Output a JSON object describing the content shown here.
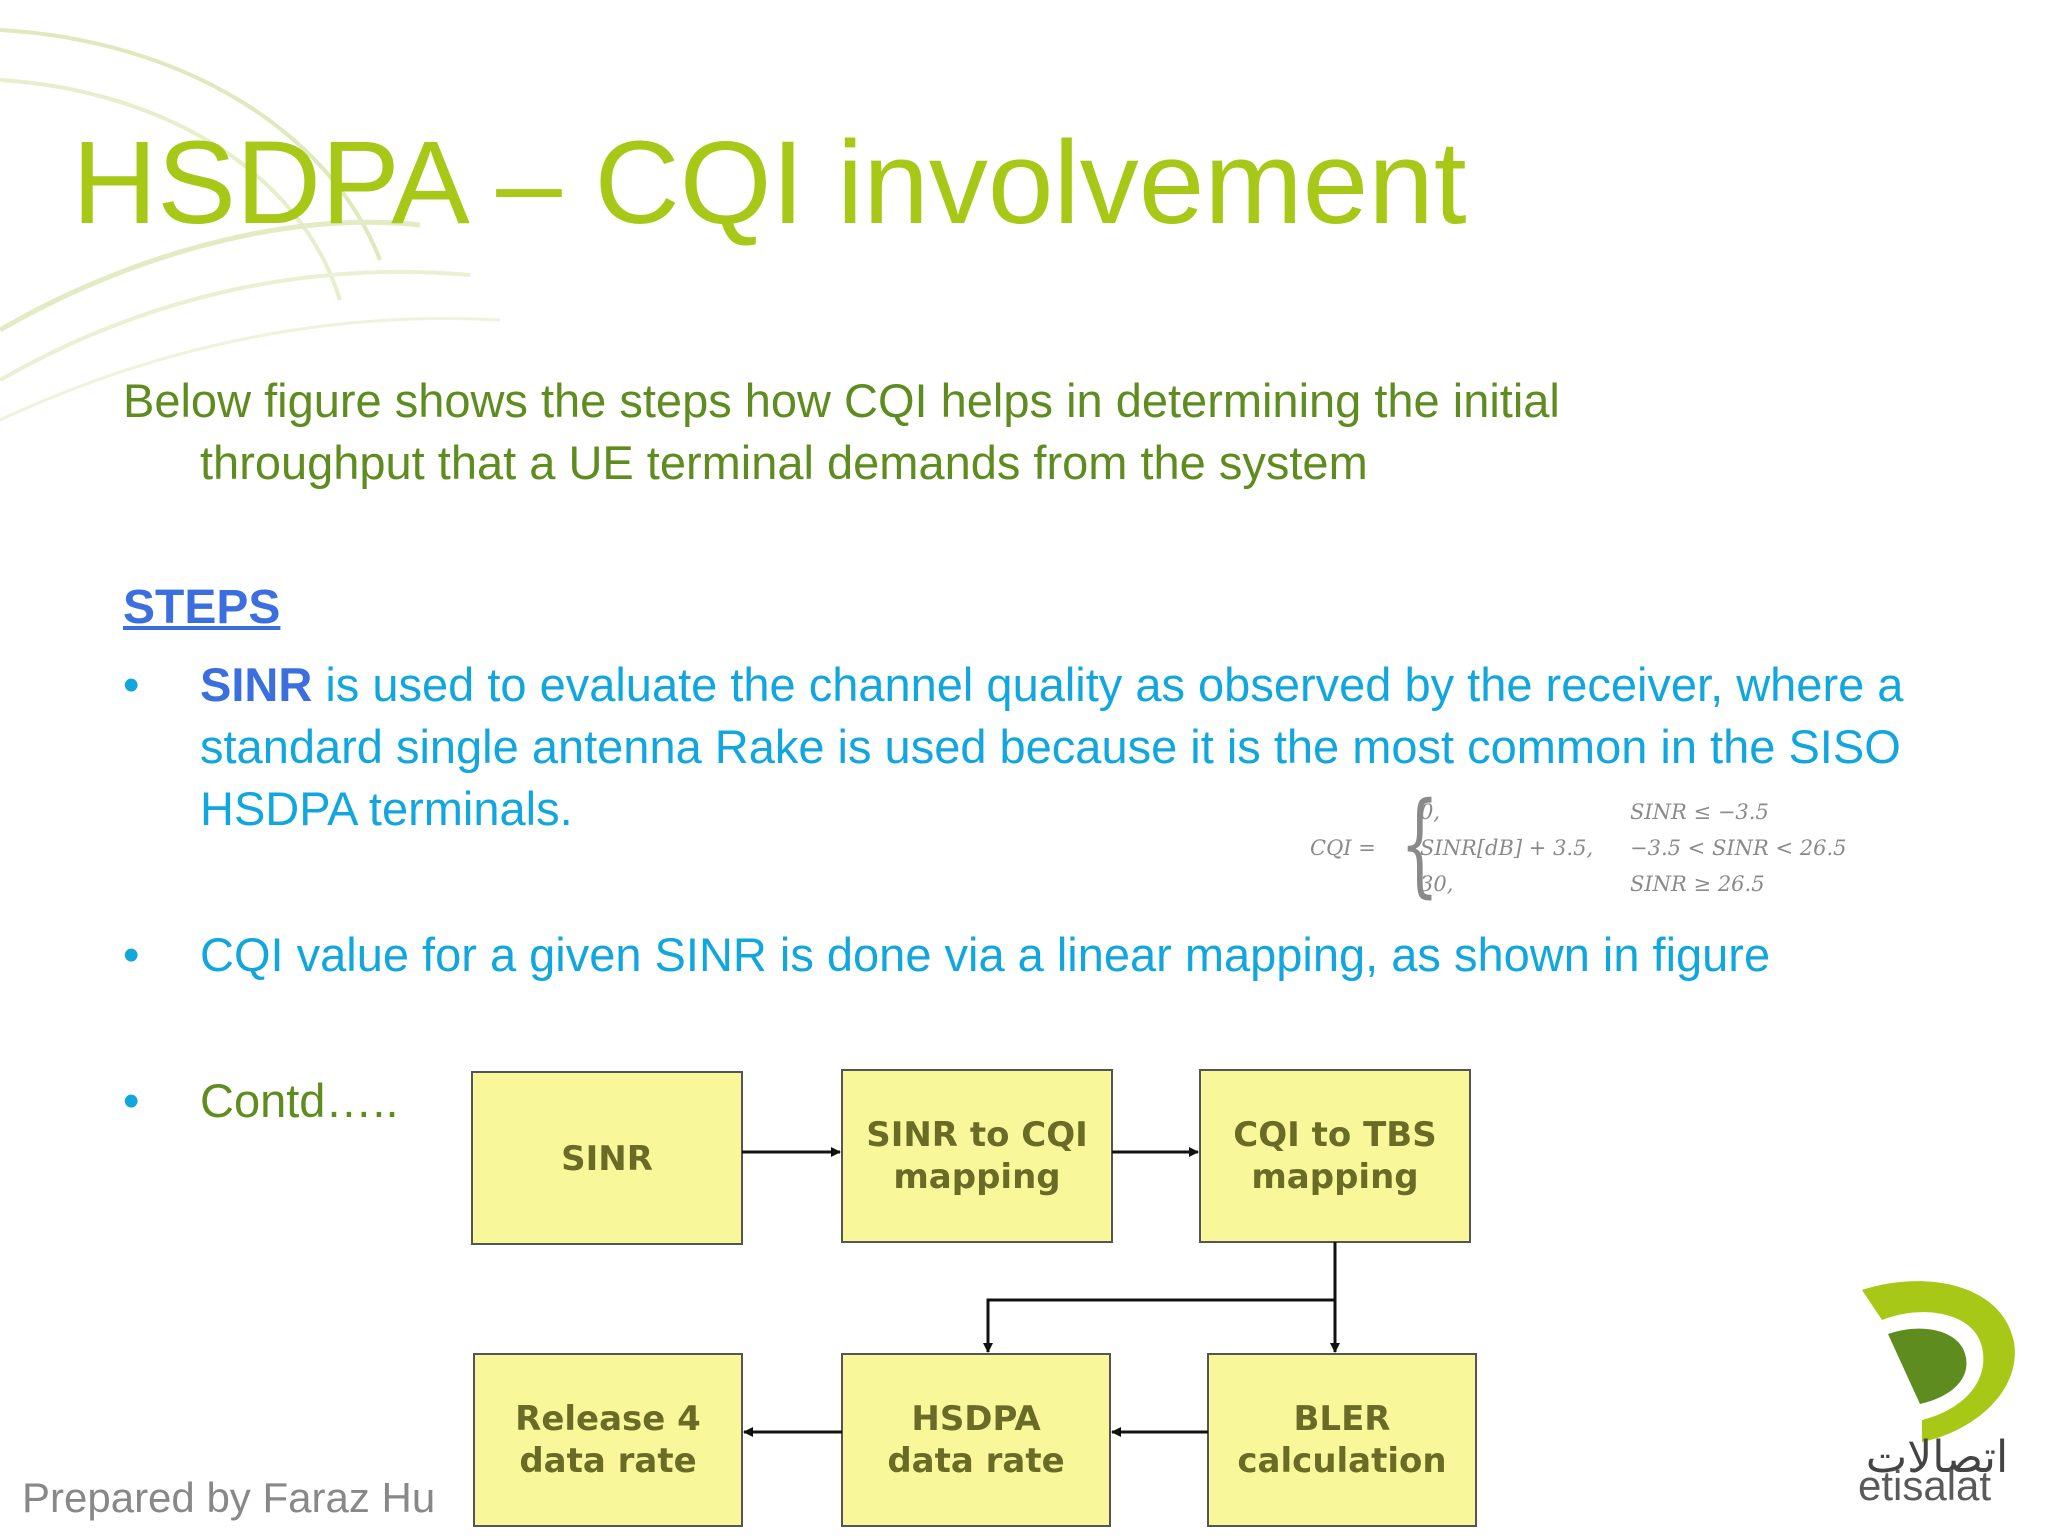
{
  "slide": {
    "title": "HSDPA – CQI involvement",
    "intro_line1": "Below figure shows the steps how CQI helps in determining the initial",
    "intro_line2": "throughput that a UE terminal demands from the system",
    "steps_heading": "STEPS",
    "bullet_symbol": "•",
    "bullet1_key": "SINR",
    "bullet1_rest": " is used to evaluate the channel quality as observed by the receiver, where a standard single antenna Rake is used because it is the most common in the SISO HSDPA terminals.",
    "bullet2": "CQI value for a given SINR is done via a linear mapping, as shown in figure",
    "bullet3": "Contd…..",
    "footer": "Prepared by Faraz Hu",
    "logo_arabic": "اتصالات",
    "logo_text": "etisalat"
  },
  "formula": {
    "lhs": "CQI =",
    "cases": [
      {
        "value": "0,",
        "condition": "SINR ≤ −3.5"
      },
      {
        "value": "SINR[dB] + 3.5,",
        "condition": "−3.5 < SINR < 26.5"
      },
      {
        "value": "30,",
        "condition": "SINR ≥ 26.5"
      }
    ]
  },
  "flow": {
    "box_fill": "#f8f89a",
    "box_stroke": "#555555",
    "text_color": "#6b6b28",
    "boxes": {
      "sinr": {
        "l1": "SINR"
      },
      "sinr_cqi": {
        "l1": "SINR to CQI",
        "l2": "mapping"
      },
      "cqi_tbs": {
        "l1": "CQI to TBS",
        "l2": "mapping"
      },
      "release4": {
        "l1": "Release 4",
        "l2": "data rate"
      },
      "hsdpa": {
        "l1": "HSDPA",
        "l2": "data rate"
      },
      "bler": {
        "l1": "BLER",
        "l2": "calculation"
      }
    }
  },
  "colors": {
    "title": "#a8c818",
    "intro": "#5e8c1e",
    "steps": "#3b6fe0",
    "bullet": "#12a6de",
    "logo_green": "#a8c818",
    "logo_dark_green": "#5e8c1e"
  }
}
